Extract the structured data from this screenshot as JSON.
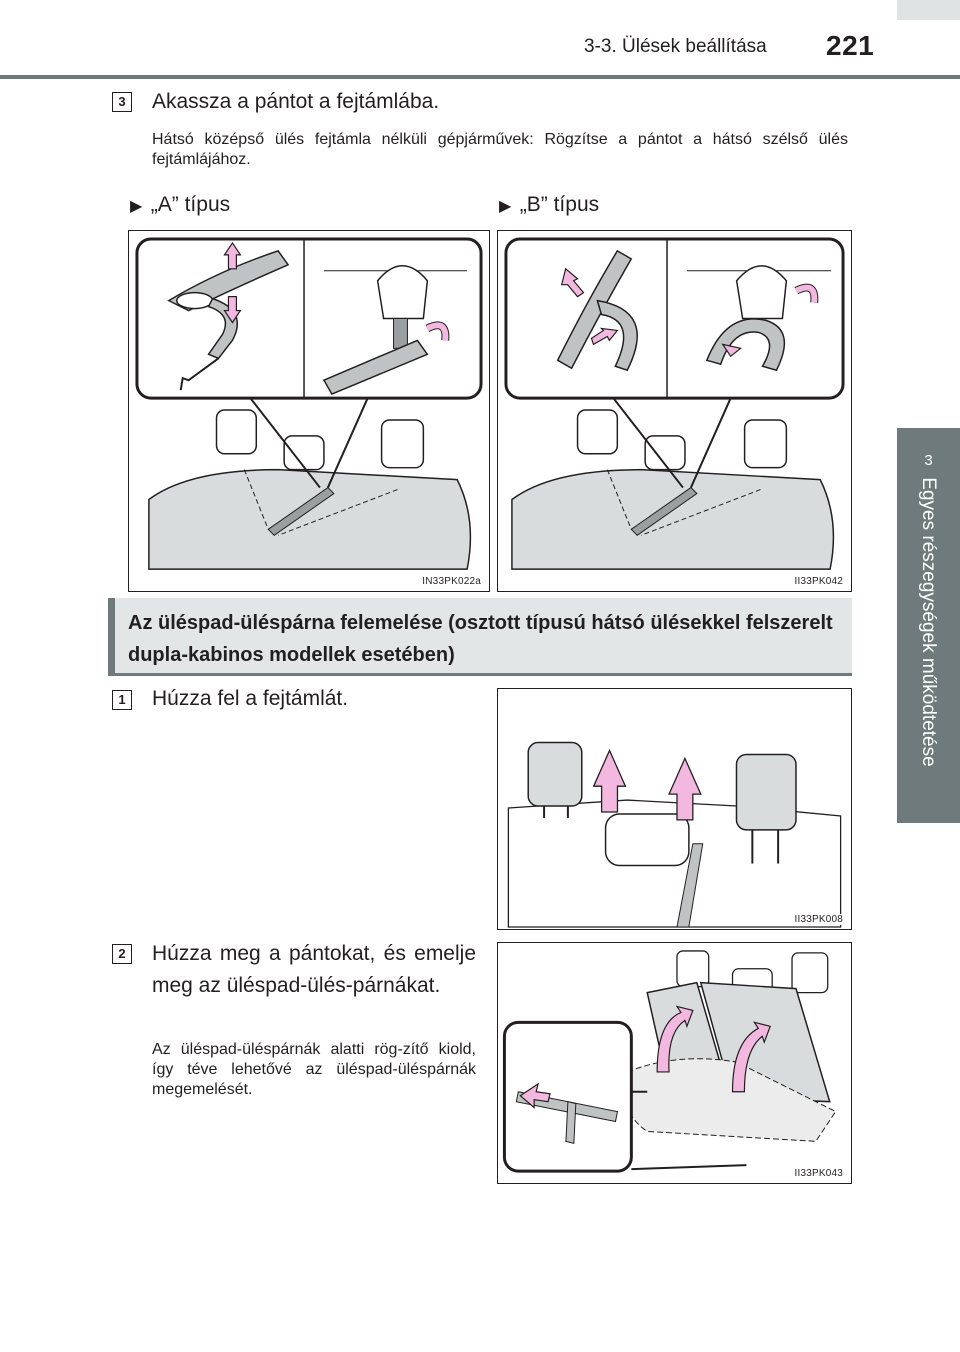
{
  "header": {
    "section": "3-3. Ülések beállítása",
    "page_number": "221"
  },
  "side_tab": {
    "number": "3",
    "label": "Egyes részegységek működtetése"
  },
  "step3": {
    "number": "3",
    "title": "Akassza a pántot a fejtámlába.",
    "note": "Hátsó középső ülés fejtámla nélküli gépjárművek: Rögzítse a pántot a hátsó szélső ülés fejtámlájához."
  },
  "type_a": {
    "label": "„A” típus",
    "code": "IN33PK022a"
  },
  "type_b": {
    "label": "„B” típus",
    "code": "II33PK042"
  },
  "section_heading": "Az üléspad-üléspárna felemelése (osztott típusú hátsó ülésekkel felszerelt dupla-kabinos modellek esetében)",
  "step1": {
    "number": "1",
    "title": "Húzza fel a fejtámlát.",
    "code": "II33PK008"
  },
  "step2": {
    "number": "2",
    "title": "Húzza meg a pántokat, és emelje meg az üléspad-ülés-párnákat.",
    "note": "Az üléspad-üléspárnák alatti rög-zítő kiold, így téve lehetővé az üléspad-üléspárnák megemelését.",
    "code": "II33PK043"
  },
  "colors": {
    "accent": "#6f7a7c",
    "band": "#e2e6e7",
    "arrow": "#f2b8e0"
  }
}
